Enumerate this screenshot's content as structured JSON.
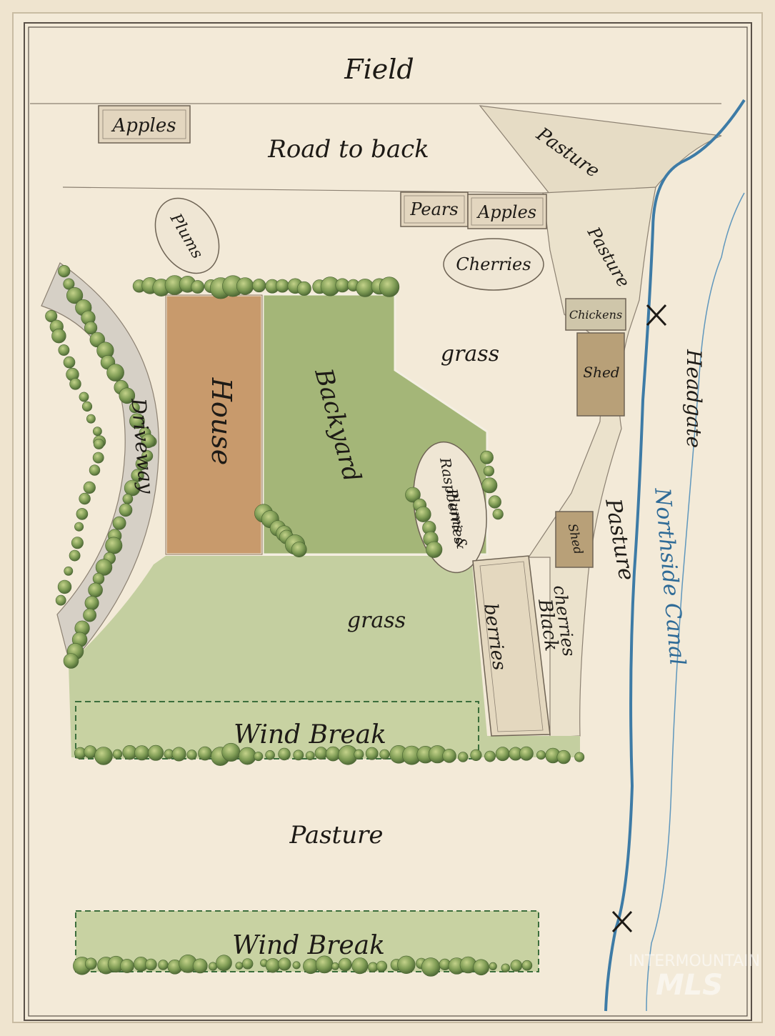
{
  "labels": {
    "field": "Field",
    "road": "Road to back",
    "apples_top": "Apples",
    "pears": "Pears",
    "apples_mid": "Apples",
    "cherries_oval": "Cherries",
    "plums": "Plums",
    "pasture_top": "Pasture",
    "pasture_mid": "Pasture",
    "chickens": "Chickens",
    "shed_upper": "Shed",
    "headgate": "Headgate",
    "grass_upper": "grass",
    "house": "House",
    "backyard": "Backyard",
    "driveway": "Driveway",
    "plums_rasp_1": "Plums &",
    "plums_rasp_2": "Raspberries",
    "shed_lower": "Shed",
    "pasture_right": "Pasture",
    "canal": "Northside Canal",
    "blackberries_1": "Black",
    "blackberries_2": "berries",
    "cherries_strip": "cherries",
    "grass_lower": "grass",
    "windbreak_1": "Wind Break",
    "pasture_lower": "Pasture",
    "windbreak_2": "Wind Break"
  },
  "watermark": {
    "line1": "INTERMOUNTAIN",
    "line2": "MLS"
  },
  "colors": {
    "paper": "#f3ead8",
    "border": "#5a5148",
    "house": "#c89a6c",
    "backyard": "#a4b678",
    "lawn": "#c4cfa0",
    "pasture": "#e6dcc5",
    "canal": "#3d7ba6",
    "driveway": "#d6d0c6",
    "shed": "#b8a078",
    "windbreak": "#c8d2a2",
    "windbreak_border": "#3c6e3c",
    "trees": "#7a9a55"
  }
}
